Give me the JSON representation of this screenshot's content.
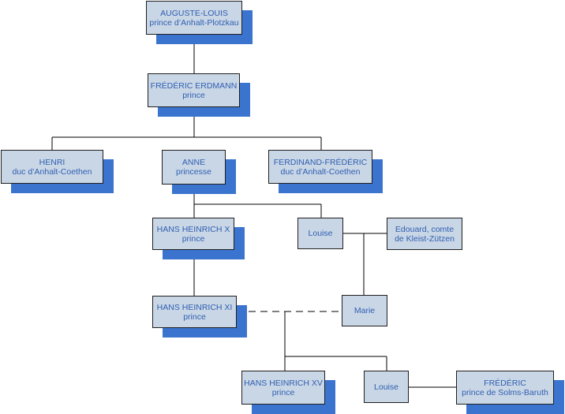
{
  "nodes": {
    "auguste_louis": {
      "name": "AUGUSTE-LOUIS",
      "title": "prince d’Anhalt-Plotzkau"
    },
    "frederic_erdmann": {
      "name": "FRÉDÉRIC ERDMANN",
      "title": "prince"
    },
    "henri": {
      "name": "HENRI",
      "title": "duc d’Anhalt-Coethen"
    },
    "anne": {
      "name": "ANNE",
      "title": "princesse"
    },
    "ferdinand": {
      "name": "FERDINAND-FRÉDÉRIC",
      "title": "duc d’Anhalt-Coethen"
    },
    "hans_x": {
      "name": "HANS HEINRICH X",
      "title": "prince"
    },
    "louise1": {
      "name": "Louise"
    },
    "edouard": {
      "name": "Edouard, comte",
      "title": "de Kleist-Zützen"
    },
    "hans_xi": {
      "name": "HANS HEINRICH XI",
      "title": "prince"
    },
    "marie": {
      "name": "Marie"
    },
    "hans_xv": {
      "name": "HANS HEINRICH XV",
      "title": "prince"
    },
    "louise2": {
      "name": "Louise"
    },
    "frederic_solms": {
      "name": "FRÉDÉRIC",
      "title": "prince de Solms-Baruth"
    }
  },
  "colors": {
    "box_fill": "#c9d6e6",
    "shadow": "#3a74cf",
    "text": "#2f5fb0",
    "line": "#000000"
  }
}
